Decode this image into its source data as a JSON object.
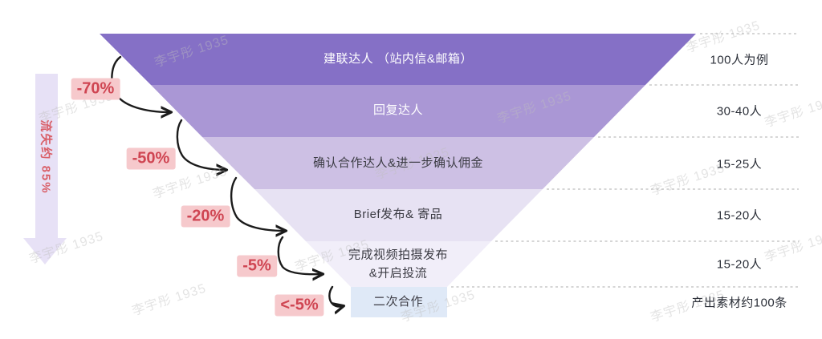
{
  "chart_data": {
    "type": "funnel",
    "title": "",
    "stages": [
      {
        "label": "建联达人 （站内信&邮箱）",
        "value": "100人为例"
      },
      {
        "label": "回复达人",
        "value": "30-40人"
      },
      {
        "label": "确认合作达人&进一步确认佣金",
        "value": "15-25人"
      },
      {
        "label": "Brief发布& 寄品",
        "value": "15-20人"
      },
      {
        "label": "完成视频拍摄发布\n&开启投流",
        "value": "15-20人"
      },
      {
        "label": "二次合作",
        "value": "产出素材约100条"
      }
    ],
    "drop_rates_between_stages": [
      "-70%",
      "-50%",
      "-20%",
      "-5%",
      "<-5%"
    ],
    "overall_loss_label": "流失约 85%",
    "legend_position": "none",
    "grid": false
  },
  "rail": {
    "label": "流失约 85%"
  },
  "watermark": {
    "text": "李宇彤 1935"
  },
  "colors": {
    "stage_fills": [
      "#8570c6",
      "#aa97d5",
      "#cdc0e4",
      "#e7e2f3",
      "#f1eef9",
      "#dfe9f7"
    ],
    "stage_text_top": "#ffffff",
    "stage_text_bottom": "#3c3c44",
    "drop_text": "#cf4552",
    "drop_bg": "#f6c9cc",
    "rail_fill": "#e7e1f6",
    "rail_text": "#d95f68",
    "value_text": "#2b2f38",
    "arrow_stroke": "#1b1b1b",
    "dashed_line": "#bdbdbd",
    "watermark": "#bfbfbf"
  }
}
